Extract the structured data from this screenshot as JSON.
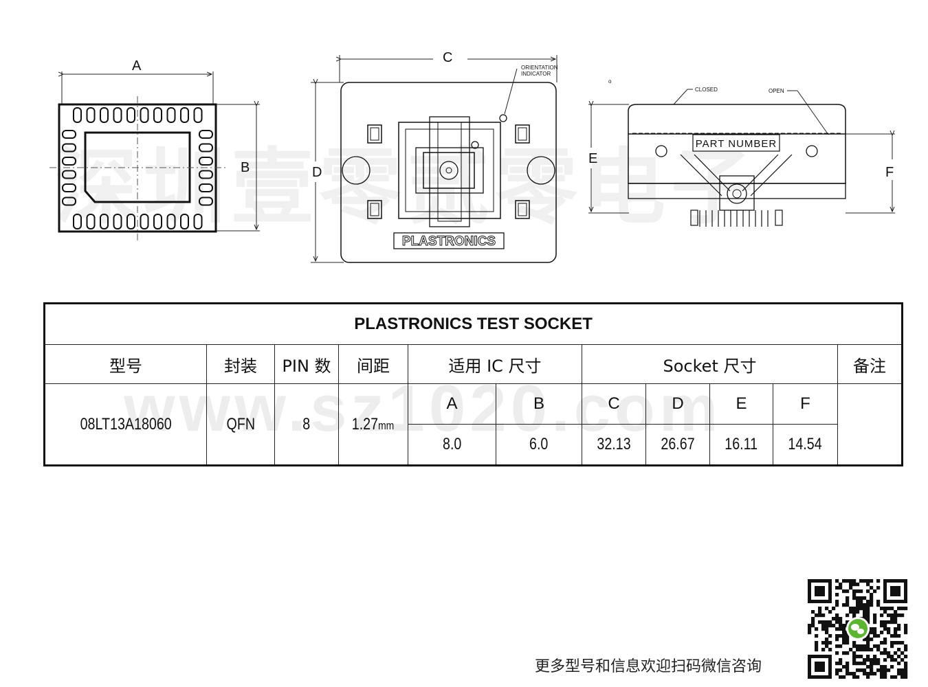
{
  "drawing": {
    "ic_view": {
      "label_a": "A",
      "label_b": "B"
    },
    "top_view": {
      "label_c": "C",
      "label_d": "D",
      "orientation_line1": "ORIENTATION",
      "orientation_line2": "INDICATOR",
      "brand": "PLASTRONICS"
    },
    "side_view": {
      "label_e": "E",
      "label_f": "F",
      "closed": "CLOSED",
      "open": "OPEN",
      "part_number": "PART NUMBER",
      "degree_mark": "o"
    }
  },
  "watermark": {
    "company": "深圳壹零贰零电子",
    "url": "www.sz1020.com"
  },
  "table": {
    "title": "PLASTRONICS TEST SOCKET",
    "headers": {
      "model": "型号",
      "package": "封装",
      "pins": "PIN 数",
      "pitch": "间距",
      "ic_size": "适用 IC 尺寸",
      "socket_size": "Socket 尺寸",
      "notes": "备注"
    },
    "subheaders": {
      "a": "A",
      "b": "B",
      "c": "C",
      "d": "D",
      "e": "E",
      "f": "F"
    },
    "row": {
      "model": "08LT13A18060",
      "package": "QFN",
      "pins": "8",
      "pitch_value": "1.27",
      "pitch_unit": "mm",
      "a": "8.0",
      "b": "6.0",
      "c": "32.13",
      "d": "26.67",
      "e": "16.11",
      "f": "14.54",
      "notes": ""
    }
  },
  "footer": {
    "text": "更多型号和信息欢迎扫码微信咨询"
  }
}
